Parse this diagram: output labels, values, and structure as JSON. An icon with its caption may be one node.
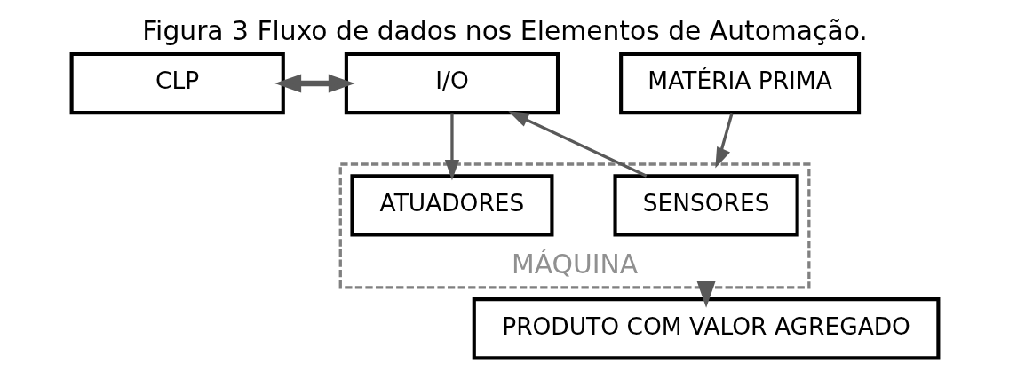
{
  "diagram": {
    "title": "Figura 3 Fluxo de dados nos Elementos de Automação.",
    "nodes": [
      {
        "text": [
          "CLP"
        ]
      },
      {
        "text": [
          "I/O"
        ]
      },
      {
        "text": [
          "MATÉRIA PRIMA"
        ]
      },
      {
        "text": [
          "MÁQUINA"
        ]
      },
      {
        "text": [
          "SENSORES"
        ],
        "in": 3
      },
      {
        "text": [
          "ATUADORES"
        ],
        "in": 3
      },
      {
        "text": [
          "PRODUTO COM VALOR AGREGADO"
        ]
      }
    ],
    "edges": [
      {
        "from": 0,
        "to": 1,
        "arrow": "both",
        "style": "thick"
      },
      {
        "from": 4,
        "to": 1,
        "arrow": "to"
      },
      {
        "from": 1,
        "to": 5,
        "arrow": "to"
      },
      {
        "from": 2,
        "to": 3,
        "arrow": "to"
      },
      {
        "from": 3,
        "to": 6,
        "arrow": "to",
        "style": "thick"
      }
    ]
  }
}
